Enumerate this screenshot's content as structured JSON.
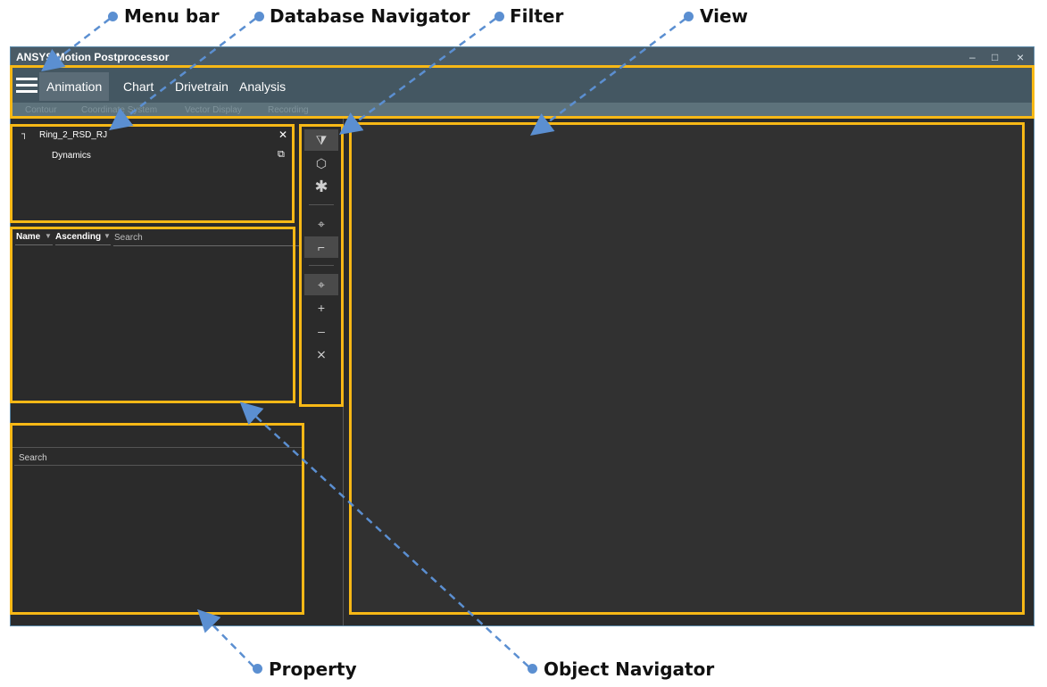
{
  "window": {
    "title": "ANSYS Motion Postprocessor",
    "controls": {
      "minimize": "–",
      "maximize": "□",
      "close": "×"
    }
  },
  "menubar": {
    "tabs": [
      {
        "label": "Animation",
        "active": true
      },
      {
        "label": "Chart"
      },
      {
        "label": "Drivetrain"
      },
      {
        "label": "Analysis"
      }
    ],
    "subitems": [
      "Contour",
      "Coordinate System",
      "Vector Display",
      "Recording"
    ]
  },
  "database_navigator": {
    "root": "Ring_2_RSD_RJ",
    "child": "Dynamics"
  },
  "object_navigator": {
    "sort_field": "Name",
    "sort_order": "Ascending",
    "search_placeholder": "Search"
  },
  "property": {
    "search_placeholder": "Search"
  },
  "callouts": {
    "menu_bar": "Menu bar",
    "database_navigator": "Database Navigator",
    "filter": "Filter",
    "view": "View",
    "property": "Property",
    "object_navigator": "Object Navigator"
  },
  "colors": {
    "highlight": "#f7b816",
    "arrow": "#5b8fd1",
    "menubar": "#445762",
    "panel_bg": "#2b2b2b"
  }
}
